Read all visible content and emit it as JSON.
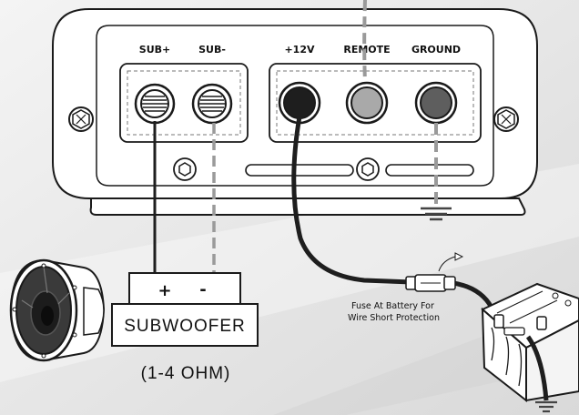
{
  "terminals": {
    "sub_plus": "SUB+",
    "sub_minus": "SUB-",
    "plus_12v": "+12V",
    "remote": "REMOTE",
    "ground": "GROUND"
  },
  "subwoofer": {
    "plus_sign": "+",
    "minus_sign": "-",
    "label": "SUBWOOFER",
    "impedance": "(1-4 OHM)"
  },
  "fuse_note": {
    "line1": "Fuse At Battery For",
    "line2": "Wire Short Protection"
  },
  "colors": {
    "outline": "#1a1a1a",
    "amp_fill": "#ffffff",
    "power_wire": "#1e1e1e",
    "ground_wire": "#9a9a9a",
    "remote_terminal": "#a9a9a9",
    "ground_terminal": "#5e5e5e"
  }
}
